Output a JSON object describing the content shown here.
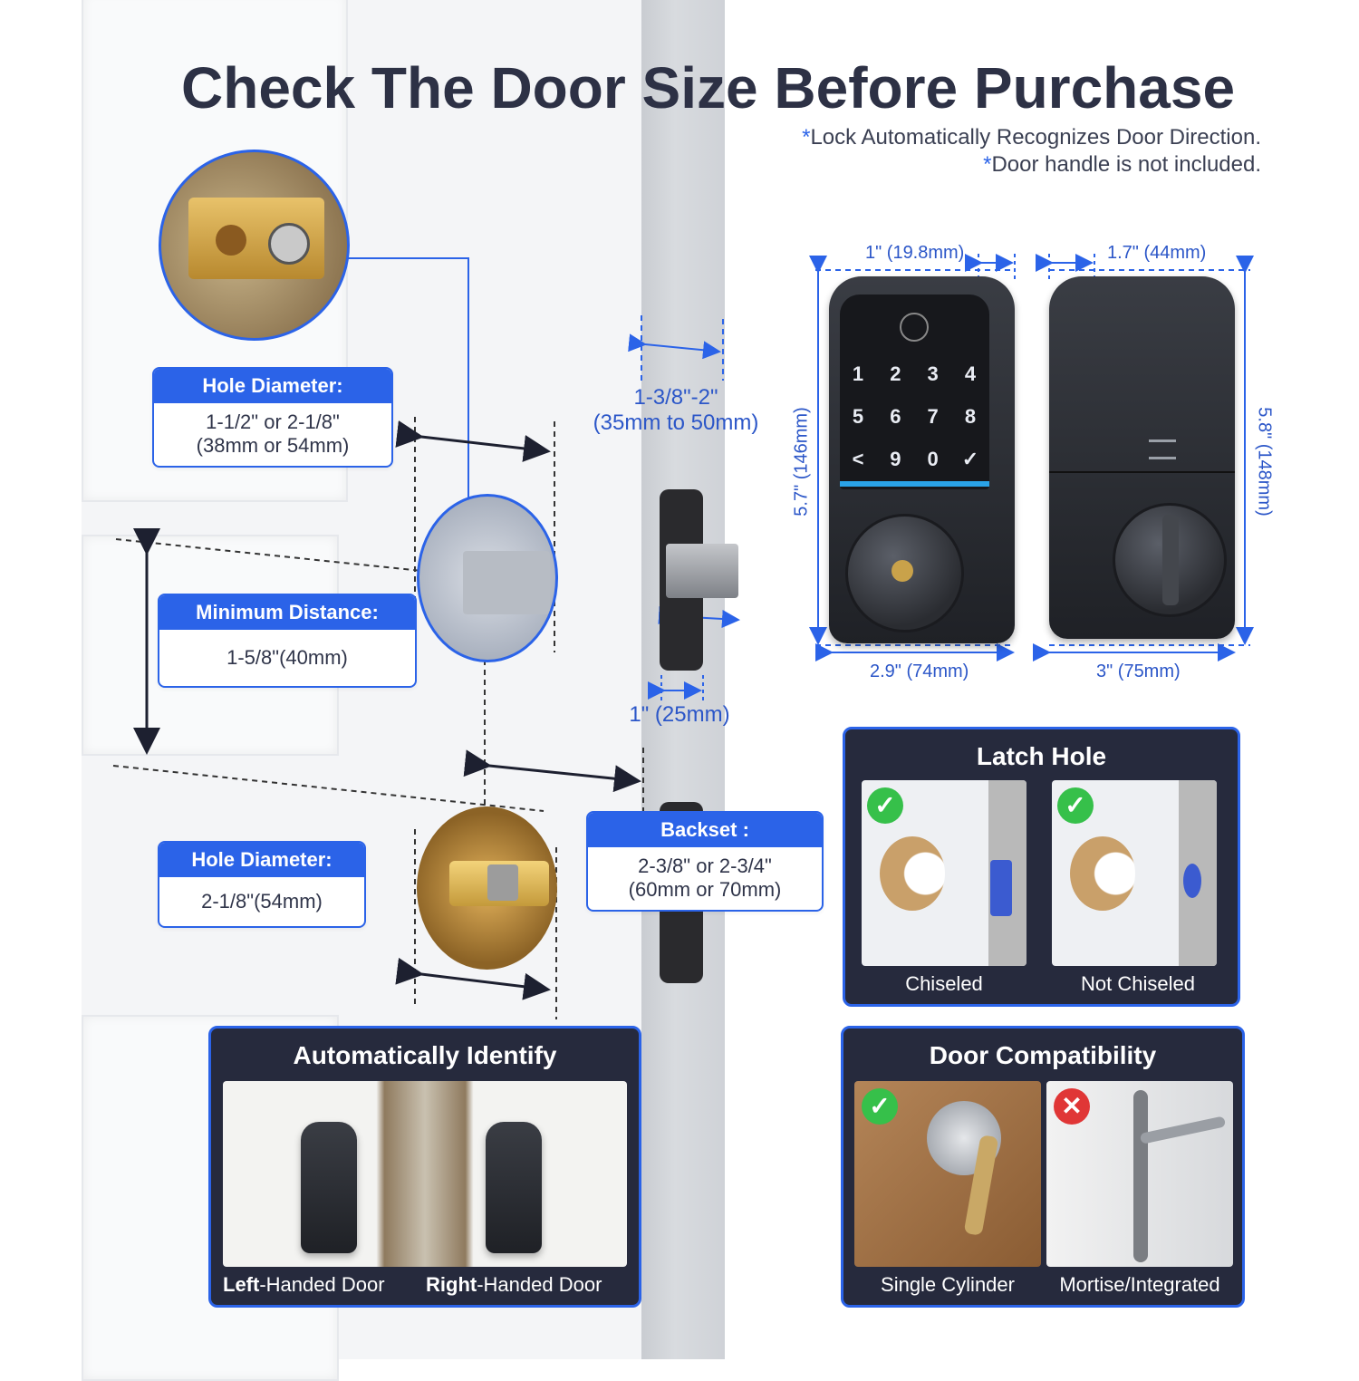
{
  "title": "Check The Door Size Before Purchase",
  "notes": [
    {
      "star": "*",
      "text": "Lock Automatically Recognizes Door Direction."
    },
    {
      "star": "*",
      "text": "Door handle is not included."
    }
  ],
  "specs": {
    "hole_top": {
      "heading": "Hole Diameter:",
      "line1": "1-1/2\" or 2-1/8\"",
      "line2": "(38mm or 54mm)"
    },
    "min_distance": {
      "heading": "Minimum Distance:",
      "line1": "1-5/8\"(40mm)"
    },
    "hole_bottom": {
      "heading": "Hole Diameter:",
      "line1": "2-1/8\"(54mm)"
    },
    "backset": {
      "heading": "Backset :",
      "line1": "2-3/8\" or 2-3/4\"",
      "line2": "(60mm or 70mm)"
    }
  },
  "dimensions": {
    "door_thickness_line1": "1-3/8\"-2\"",
    "door_thickness_line2": "(35mm to 50mm)",
    "latch_width": "1\" (25mm)",
    "front_depth": "1\" (19.8mm)",
    "back_depth": "1.7\" (44mm)",
    "front_height": "5.7\" (146mm)",
    "back_height": "5.8\" (148mm)",
    "front_width": "2.9\" (74mm)",
    "back_width": "3\" (75mm)"
  },
  "keypad": {
    "rows": [
      [
        "1",
        "2",
        "3",
        "4"
      ],
      [
        "5",
        "6",
        "7",
        "8"
      ],
      [
        "<",
        "9",
        "0",
        "✓"
      ]
    ]
  },
  "latch_hole": {
    "title": "Latch Hole",
    "options": [
      {
        "label": "Chiseled",
        "status": "ok"
      },
      {
        "label": "Not Chiseled",
        "status": "ok"
      }
    ]
  },
  "auto_identify": {
    "title": "Automatically Identify",
    "left_bold": "Left",
    "left_rest": "-Handed Door",
    "right_bold": "Right",
    "right_rest": "-Handed Door"
  },
  "door_compat": {
    "title": "Door Compatibility",
    "options": [
      {
        "label": "Single Cylinder",
        "status": "ok"
      },
      {
        "label": "Mortise/Integrated",
        "status": "no"
      }
    ]
  },
  "icons": {
    "check": "✓",
    "cross": "✕"
  },
  "colors": {
    "accent": "#2b63e8",
    "panel": "#262a3d",
    "ok": "#36c04a",
    "no": "#e03636"
  }
}
